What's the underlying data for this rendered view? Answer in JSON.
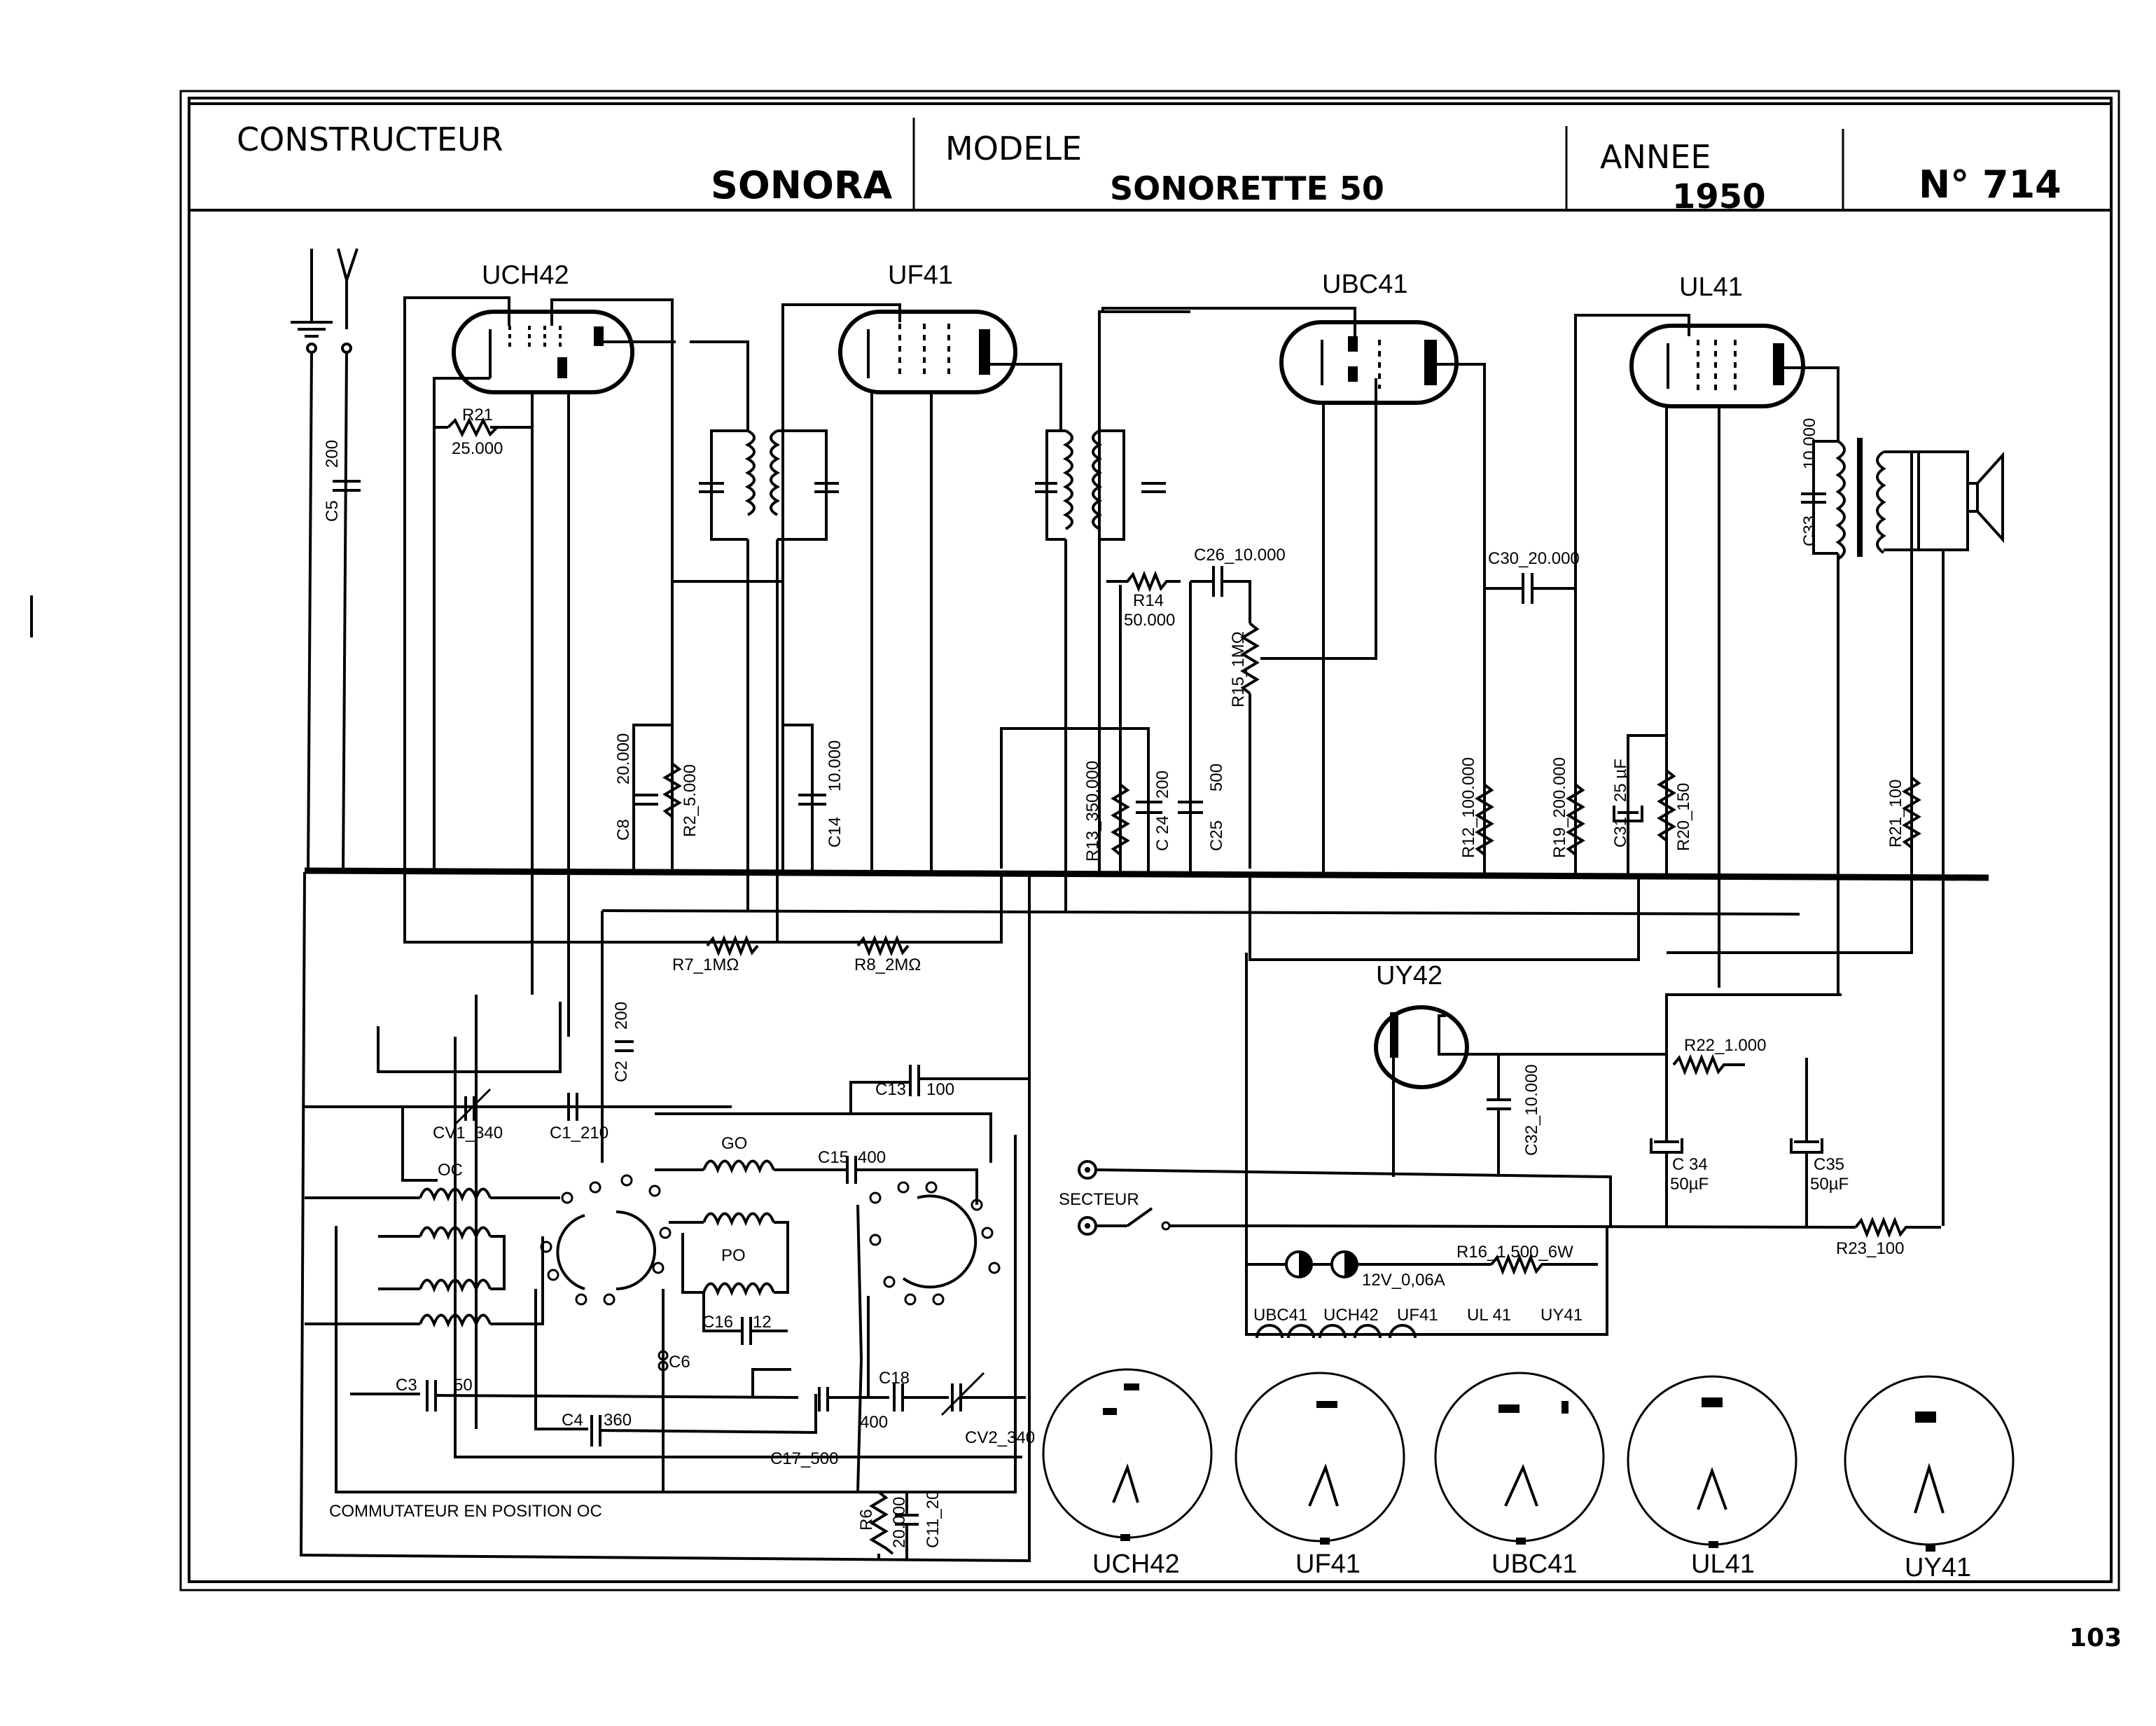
{
  "header": {
    "constructeur_label": "CONSTRUCTEUR",
    "constructeur_value": "SONORA",
    "modele_label": "MODELE",
    "modele_value": "SONORETTE 50",
    "annee_label": "ANNEE",
    "annee_value": "1950",
    "numero": "N° 714"
  },
  "page_number": "103",
  "tubes": {
    "uch42": "UCH42",
    "uf41": "UF41",
    "ubc41": "UBC41",
    "ul41": "UL41",
    "uy42": "UY42"
  },
  "components": {
    "r21_name": "R21",
    "r21_value": "25.000",
    "c5": "C5",
    "c5_value": "200",
    "c8": "C8",
    "c8_value": "20.000",
    "r2": "R2_5.000",
    "c14": "C14",
    "c14_value": "10.000",
    "r7": "R7_1MΩ",
    "r8": "R8_2MΩ",
    "c2": "C2",
    "c2_value": "200",
    "r13": "R13_350.000",
    "c24": "C 24",
    "c24_value": "200",
    "c25": "C25",
    "c25_value": "500",
    "r14_name": "R14",
    "r14_value": "50.000",
    "c26": "C26_10.000",
    "r15": "R15_1MΩ",
    "c30": "C30_20.000",
    "r12": "R12_100.000",
    "r19": "R19_200.000",
    "c31": "C31",
    "c31_value": "25 µF",
    "r20": "R20_150",
    "c33": "C33",
    "c33_value": "10.000",
    "r21b": "R21_100",
    "cv1": "CV1_340",
    "c1": "C1_210",
    "c13": "C13",
    "c13_value": "100",
    "go": "GO",
    "c15": "C15",
    "c15_value": "400",
    "oc": "OC",
    "po": "PO",
    "c16": "C16",
    "c16_value": "12",
    "c6": "C6",
    "c3": "C3",
    "c3_value": "50",
    "c4": "C4",
    "c4_value": "360",
    "c18": "C18",
    "c18_value": "400",
    "c17": "C17_500",
    "cv2": "CV2_340",
    "r6": "R6",
    "r6_value": "20.000",
    "c11": "C11_20",
    "c32": "C32_10.000",
    "r22": "R22_1.000",
    "c34": "C 34",
    "c34_value": "50µF",
    "c35": "C35",
    "c35_value": "50µF",
    "r23": "R23_100",
    "r16": "R16_1.500_6W",
    "lamp": "12V_0,06A"
  },
  "annotations": {
    "secteur": "SECTEUR",
    "commutateur": "COMMUTATEUR EN POSITION OC"
  },
  "heater_chain": [
    "UBC41",
    "UCH42",
    "UF41",
    "UL 41",
    "UY41"
  ],
  "base_diagrams": [
    "UCH42",
    "UF41",
    "UBC41",
    "UL41",
    "UY41"
  ]
}
